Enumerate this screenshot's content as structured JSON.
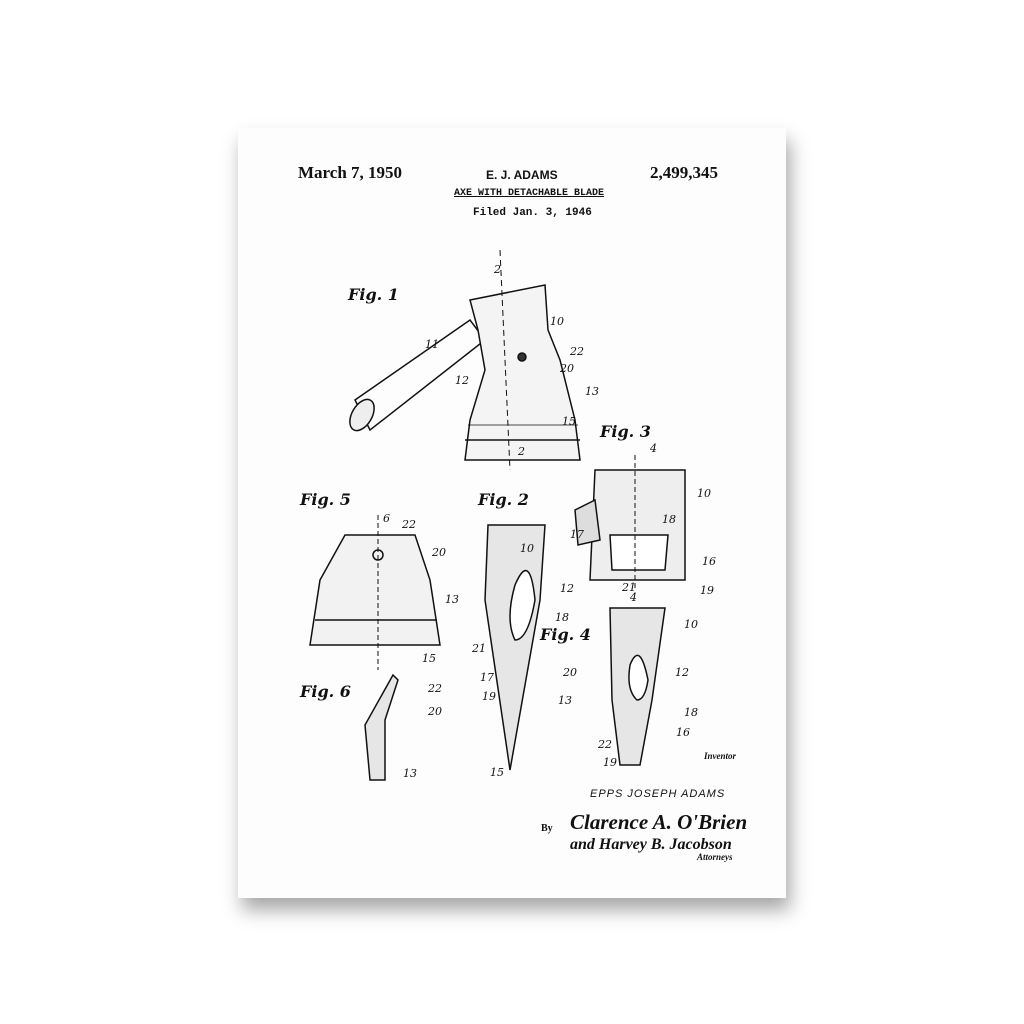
{
  "header": {
    "date": "March 7, 1950",
    "inventor": "E. J. ADAMS",
    "patent_number": "2,499,345",
    "title": "AXE WITH DETACHABLE BLADE",
    "filed": "Filed Jan. 3, 1946"
  },
  "figures": {
    "fig1": "Fig. 1",
    "fig2": "Fig. 2",
    "fig3": "Fig. 3",
    "fig4": "Fig. 4",
    "fig5": "Fig. 5",
    "fig6": "Fig. 6"
  },
  "numerals": {
    "fig1": [
      "2",
      "10",
      "22",
      "20",
      "13",
      "11",
      "12",
      "15",
      "2"
    ],
    "fig3": [
      "4",
      "10",
      "18",
      "17",
      "16",
      "21",
      "4",
      "19"
    ],
    "fig5": [
      "6",
      "22",
      "20",
      "13",
      "15"
    ],
    "fig2": [
      "10",
      "12",
      "18",
      "21",
      "17",
      "20",
      "19",
      "13",
      "15"
    ],
    "fig4": [
      "10",
      "12",
      "18",
      "16",
      "22",
      "19"
    ],
    "fig6": [
      "22",
      "20",
      "13"
    ]
  },
  "footer": {
    "inventor_label": "Inventor",
    "inventor_name": "EPPS JOSEPH ADAMS",
    "by": "By",
    "signature_line1": "Clarence A. O'Brien",
    "signature_line2": "and Harvey B. Jacobson",
    "attorneys_label": "Attorneys"
  }
}
